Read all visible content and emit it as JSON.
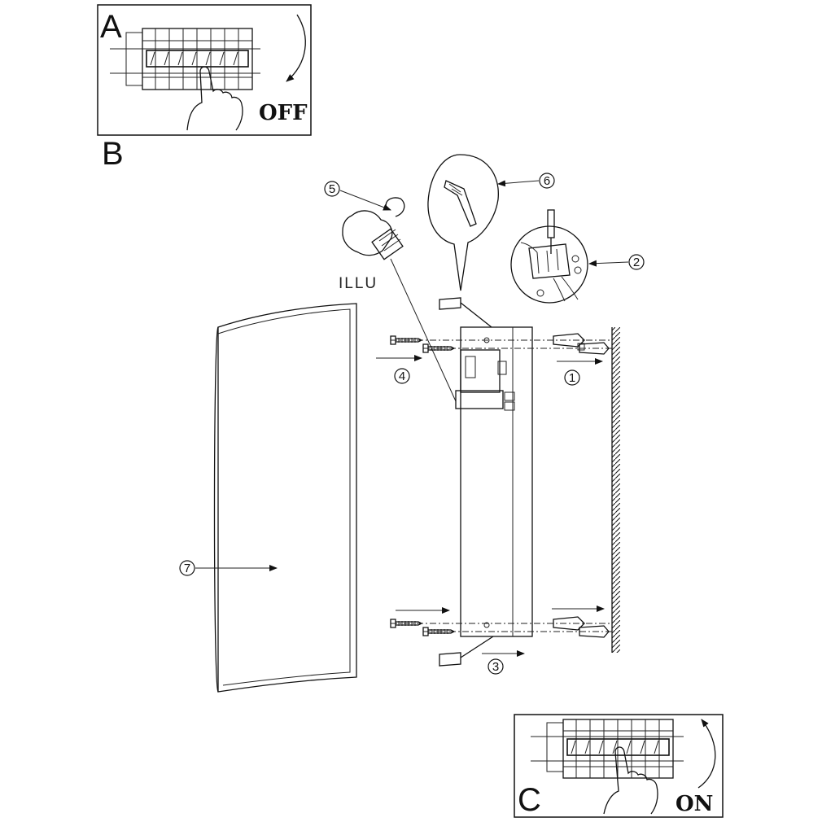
{
  "panels": {
    "a": {
      "letter": "A",
      "action": "OFF"
    },
    "b": {
      "letter": "B"
    },
    "c": {
      "letter": "C",
      "action": "ON"
    }
  },
  "bulb_label": "ILLU",
  "steps": [
    "1",
    "2",
    "3",
    "4",
    "5",
    "6",
    "7"
  ]
}
